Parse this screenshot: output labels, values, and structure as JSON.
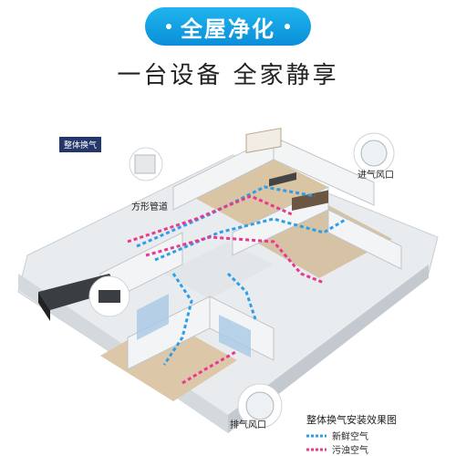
{
  "header": {
    "title": "全屋净化",
    "subtitle": "一台设备  全家静享"
  },
  "diagram": {
    "section_label": "整体换气",
    "callouts": {
      "duct": "方形管道",
      "inlet": "进气风口",
      "exhaust": "排气风口"
    },
    "legend": {
      "title": "整体换气安装效果图",
      "items": [
        {
          "label": "新鲜空气",
          "color": "#2f9ee8"
        },
        {
          "label": "污浊空气",
          "color": "#e8398f"
        }
      ]
    }
  },
  "colors": {
    "accent": "#0a8fd9",
    "fresh_air": "#2f9ee8",
    "dirty_air": "#e8398f"
  }
}
